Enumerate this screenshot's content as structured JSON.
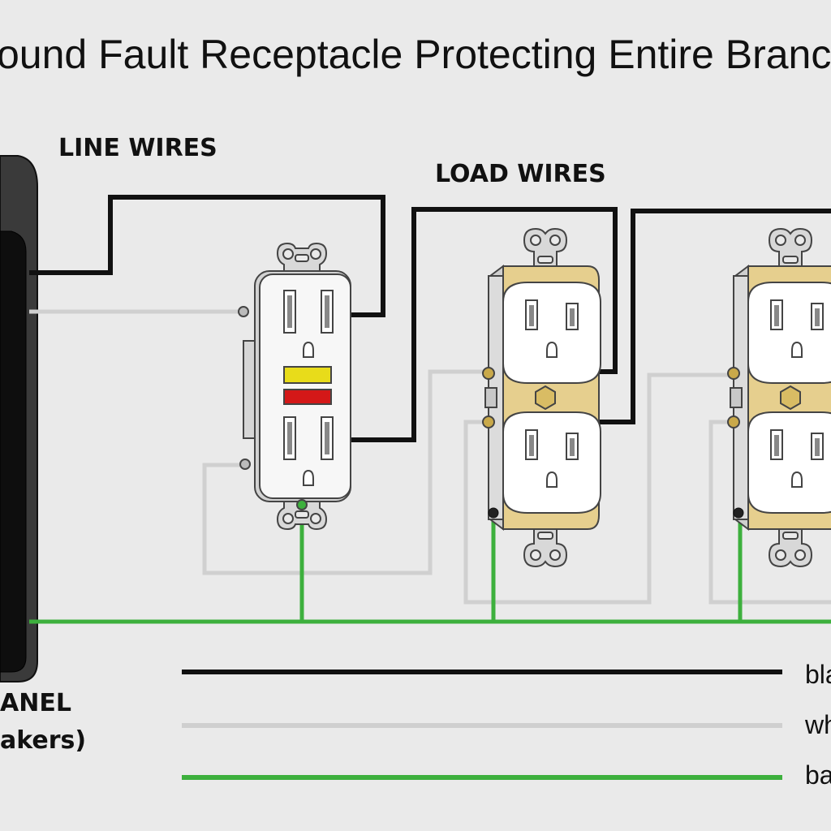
{
  "title": "ound Fault Receptacle Protecting Entire Branch",
  "labels": {
    "line_wires": "LINE WIRES",
    "load_wires": "LOAD WIRES",
    "panel_line1": "ANEL",
    "panel_line2": "akers)"
  },
  "legend": [
    {
      "label": "bla",
      "color": "#111111"
    },
    {
      "label": "wh",
      "color": "#cfcfcf"
    },
    {
      "label": "ba",
      "color": "#3db03d"
    }
  ],
  "colors": {
    "background": "#eaeaea",
    "hot_wire": "#111111",
    "neutral_wire": "#cfcfcf",
    "ground_wire": "#3db03d",
    "gfci_test": "#e8dc1a",
    "gfci_reset": "#d41818",
    "receptacle_brass": "#e6cf8e"
  }
}
